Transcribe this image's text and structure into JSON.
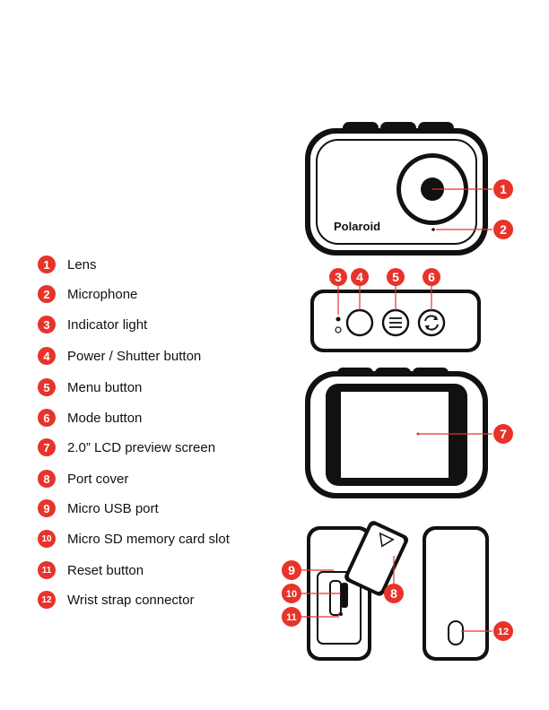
{
  "brand_text": "Polaroid",
  "accent_color": "#e8332a",
  "legend": [
    {
      "number": "1",
      "label": "Lens"
    },
    {
      "number": "2",
      "label": "Microphone"
    },
    {
      "number": "3",
      "label": "Indicator light"
    },
    {
      "number": "4",
      "label": "Power / Shutter button"
    },
    {
      "number": "5",
      "label": "Menu button"
    },
    {
      "number": "6",
      "label": "Mode button"
    },
    {
      "number": "7",
      "label": "2.0”  LCD preview screen"
    },
    {
      "number": "8",
      "label": "Port cover"
    },
    {
      "number": "9",
      "label": "Micro USB port"
    },
    {
      "number": "10",
      "label": "Micro SD memory card slot"
    },
    {
      "number": "11",
      "label": "Reset button"
    },
    {
      "number": "12",
      "label": "Wrist strap connector"
    }
  ],
  "callouts": [
    "1",
    "2",
    "3",
    "4",
    "5",
    "6",
    "7",
    "8",
    "9",
    "10",
    "11",
    "12"
  ]
}
